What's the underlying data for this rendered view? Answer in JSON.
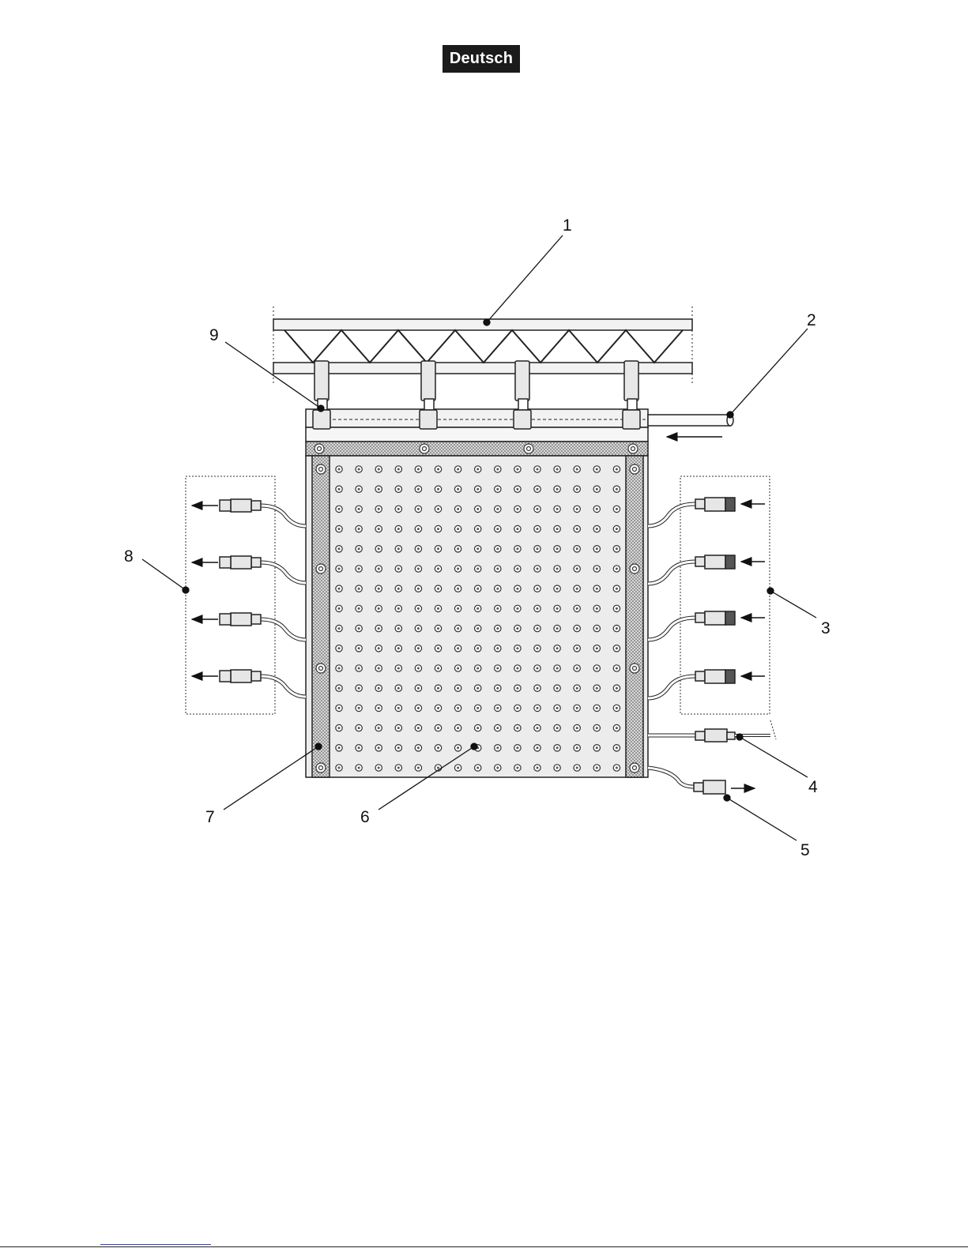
{
  "header": {
    "language_badge": "Deutsch"
  },
  "diagram": {
    "callouts": [
      "1",
      "2",
      "3",
      "4",
      "5",
      "6",
      "7",
      "8",
      "9"
    ]
  },
  "colors": {
    "badge_bg": "#1b1b1b",
    "panel_fill": "#ececec",
    "line": "#222222"
  }
}
